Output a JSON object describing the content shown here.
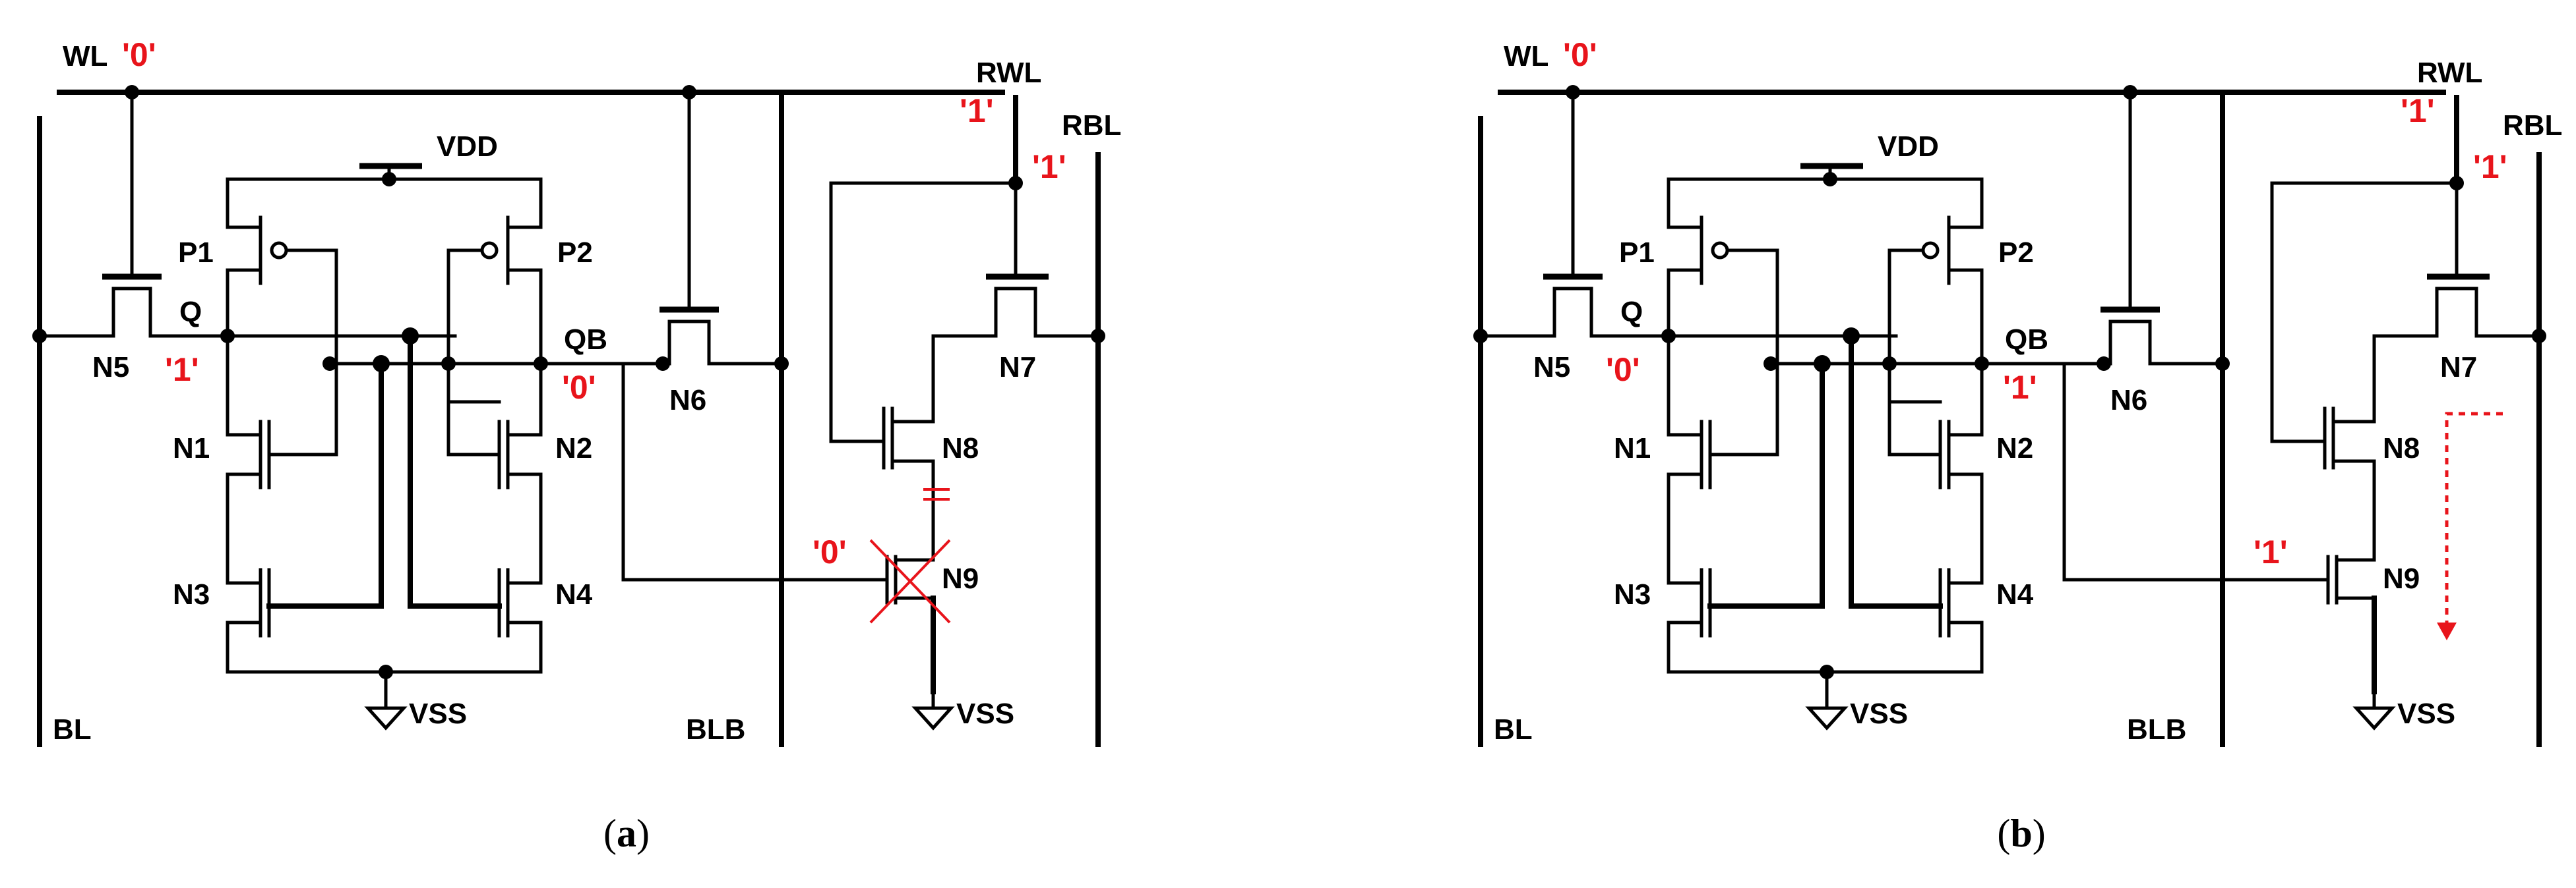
{
  "labels": {
    "wl": "WL",
    "rwl": "RWL",
    "rbl": "RBL",
    "vdd": "VDD",
    "vss": "VSS",
    "bl": "BL",
    "blb": "BLB",
    "q": "Q",
    "qb": "QB",
    "p1": "P1",
    "p2": "P2",
    "n1": "N1",
    "n2": "N2",
    "n3": "N3",
    "n4": "N4",
    "n5": "N5",
    "n6": "N6",
    "n7": "N7",
    "n8": "N8",
    "n9": "N9"
  },
  "panels": [
    {
      "caption_open": "(",
      "caption_letter": "a",
      "caption_close": ")",
      "wl_value": "'0'",
      "rwl_value": "'1'",
      "rbl_value": "'1'",
      "q_value": "'1'",
      "qb_value": "'0'",
      "n9_gate_value": "'0'"
    },
    {
      "caption_open": "(",
      "caption_letter": "b",
      "caption_close": ")",
      "wl_value": "'0'",
      "rwl_value": "'1'",
      "rbl_value": "'1'",
      "q_value": "'0'",
      "qb_value": "'1'",
      "n9_gate_value": "'1'"
    }
  ],
  "colors": {
    "annotation": "#e8141b",
    "wire": "#000000",
    "background": "#ffffff"
  }
}
